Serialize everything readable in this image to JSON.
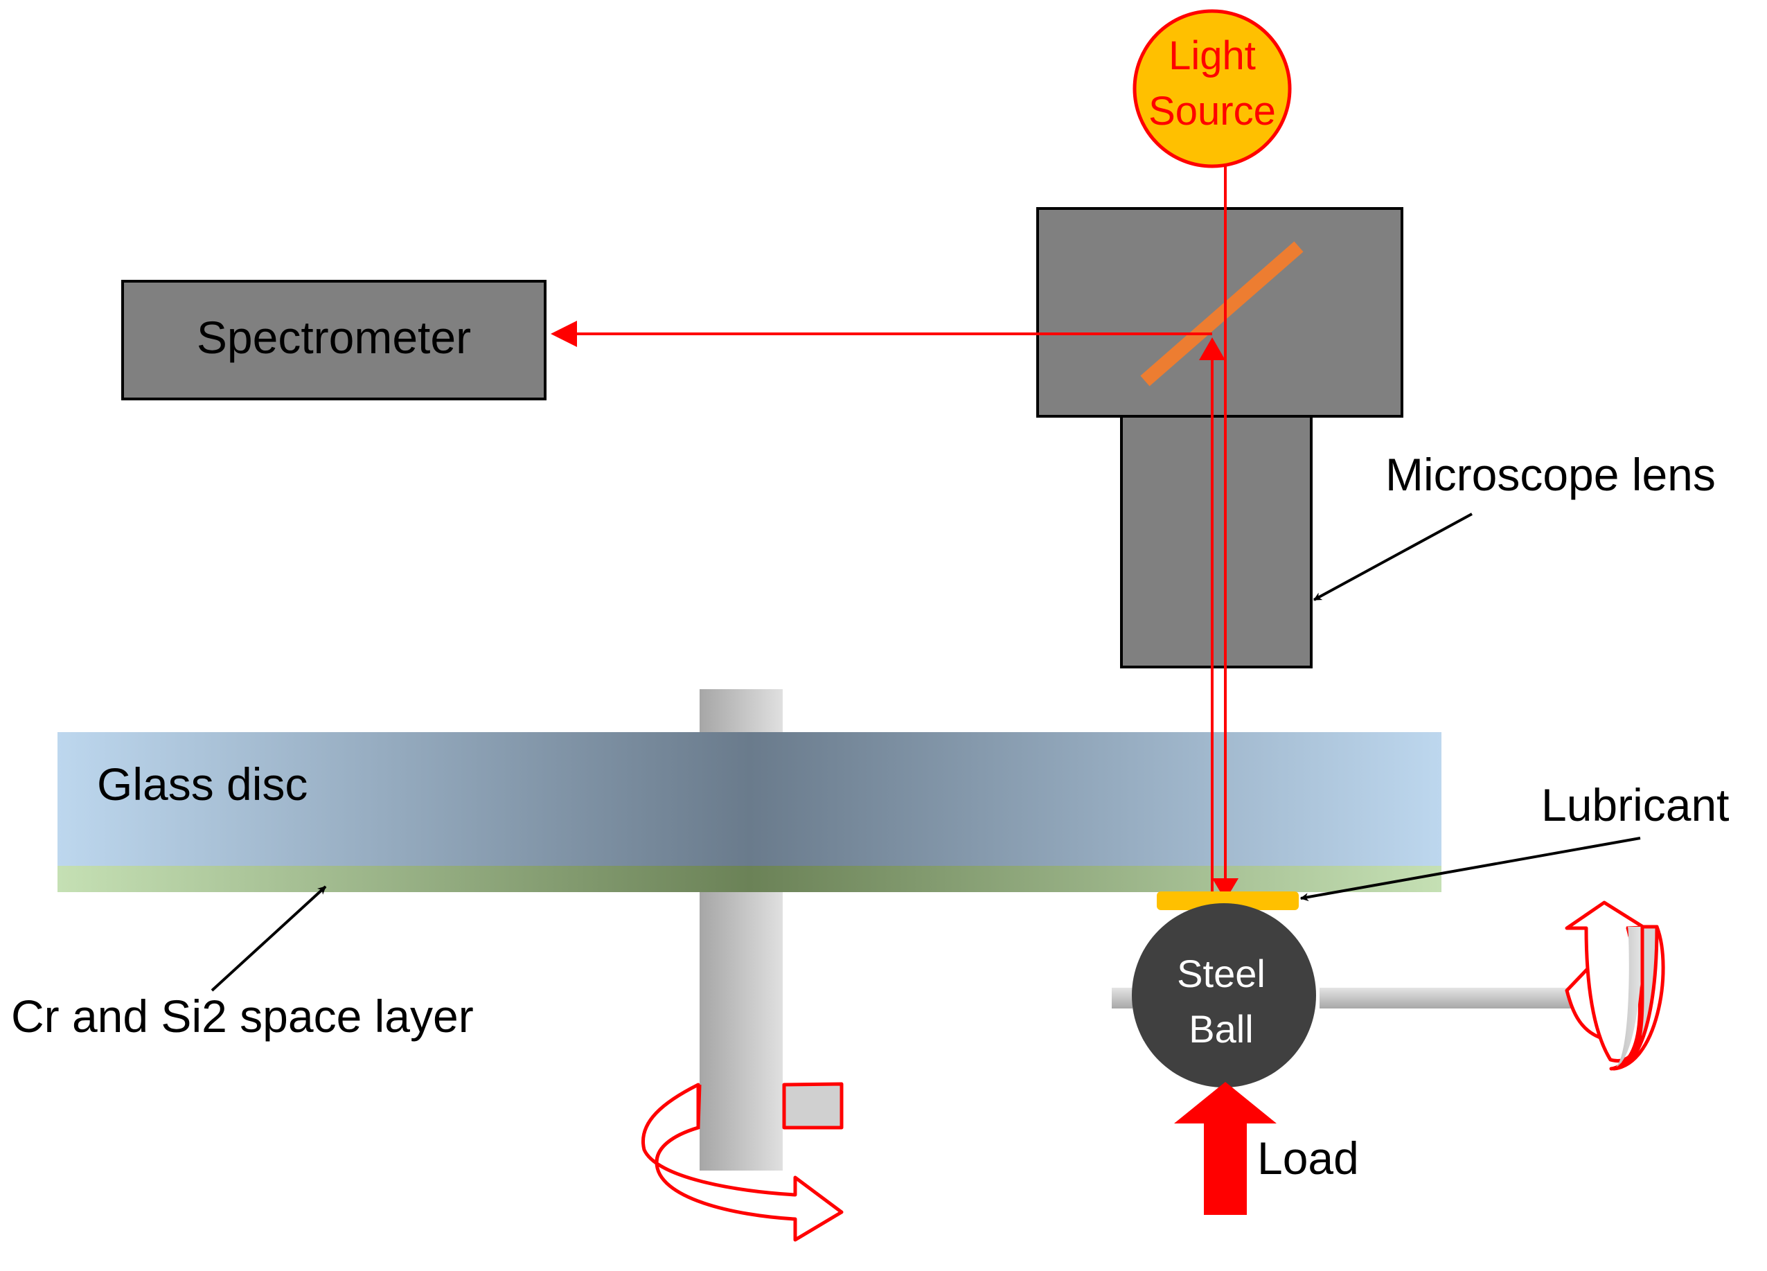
{
  "labels": {
    "light_source_line1": "Light",
    "light_source_line2": "Source",
    "spectrometer": "Spectrometer",
    "microscope_lens": "Microscope lens",
    "glass_disc": "Glass disc",
    "lubricant": "Lubricant",
    "spacer_layer": "Cr and Si2 space layer",
    "steel_ball_line1": "Steel",
    "steel_ball_line2": "Ball",
    "load": "Load"
  },
  "colors": {
    "light_beam": "#ff0000",
    "light_source_fill": "#ffc000",
    "housing": "#808080",
    "beam_splitter": "#ed7d31",
    "glass_disc": "#bdd7ee",
    "glass_disc_center": "#6a7b8c",
    "spacer_layer": "#c5e0b4",
    "spacer_layer_center": "#6b8257",
    "lubricant": "#ffc000",
    "steel_ball": "#404040",
    "shaft": "#d0d0d0",
    "load_arrow": "#ff0000"
  }
}
